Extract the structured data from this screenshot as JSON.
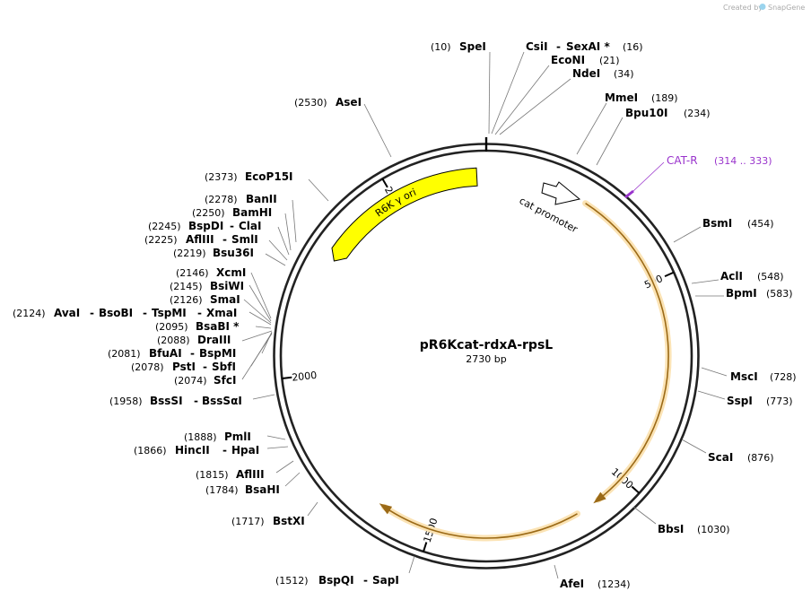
{
  "credit": {
    "prefix": "Created by",
    "brand": "SnapGene"
  },
  "plasmid": {
    "name": "pR6Kcat-rdxA-rpsL",
    "size_label": "2730 bp"
  },
  "ring_ticks": [
    "500",
    "1000",
    "1500",
    "2000",
    "2500"
  ],
  "features": [
    {
      "label": "R6K γ ori",
      "color": "#ffff00"
    },
    {
      "label": "cat promoter",
      "color": "#ffffff"
    },
    {
      "label": "CAT-R",
      "range": "(314 .. 333)",
      "color": "#9933cc"
    }
  ],
  "orf_color": "#f2a23a",
  "sites": [
    {
      "pos": "(10)",
      "name": "SpeI"
    },
    {
      "name": "CsiI",
      "name2": "SexAI *",
      "pos": "(16)"
    },
    {
      "name": "EcoNI",
      "pos": "(21)"
    },
    {
      "name": "NdeI",
      "pos": "(34)"
    },
    {
      "name": "MmeI",
      "pos": "(189)"
    },
    {
      "name": "Bpu10I",
      "pos": "(234)"
    },
    {
      "name": "BsmI",
      "pos": "(454)"
    },
    {
      "name": "AclI",
      "pos": "(548)"
    },
    {
      "name": "BpmI",
      "pos": "(583)"
    },
    {
      "name": "MscI",
      "pos": "(728)"
    },
    {
      "name": "SspI",
      "pos": "(773)"
    },
    {
      "name": "ScaI",
      "pos": "(876)"
    },
    {
      "name": "BbsI",
      "pos": "(1030)"
    },
    {
      "name": "AfeI",
      "pos": "(1234)"
    },
    {
      "pos": "(1512)",
      "name": "BspQI",
      "name2": "SapI"
    },
    {
      "pos": "(1717)",
      "name": "BstXI"
    },
    {
      "pos": "(1784)",
      "name": "BsaHI"
    },
    {
      "pos": "(1815)",
      "name": "AflIII"
    },
    {
      "pos": "(1866)",
      "name": "HincII",
      "name2": "HpaI"
    },
    {
      "pos": "(1888)",
      "name": "PmlI"
    },
    {
      "pos": "(1958)",
      "name": "BssSI",
      "name2": "BssSαI"
    },
    {
      "pos": "(2074)",
      "name": "SfcI"
    },
    {
      "pos": "(2078)",
      "name": "PstI",
      "name2": "SbfI"
    },
    {
      "pos": "(2081)",
      "name": "BfuAI",
      "name2": "BspMI"
    },
    {
      "pos": "(2088)",
      "name": "DraIII"
    },
    {
      "pos": "(2095)",
      "name": "BsaBI *"
    },
    {
      "pos": "(2124)",
      "name": "AvaI",
      "name2": "BsoBI",
      "name3": "TspMI",
      "name4": "XmaI"
    },
    {
      "pos": "(2126)",
      "name": "SmaI"
    },
    {
      "pos": "(2145)",
      "name": "BsiWI"
    },
    {
      "pos": "(2146)",
      "name": "XcmI"
    },
    {
      "pos": "(2219)",
      "name": "Bsu36I"
    },
    {
      "pos": "(2225)",
      "name": "AflIII",
      "name2": "SmlI"
    },
    {
      "pos": "(2245)",
      "name": "BspDI",
      "name2": "ClaI"
    },
    {
      "pos": "(2250)",
      "name": "BamHI"
    },
    {
      "pos": "(2278)",
      "name": "BanII"
    },
    {
      "pos": "(2373)",
      "name": "EcoP15I"
    },
    {
      "pos": "(2530)",
      "name": "AseI"
    }
  ]
}
